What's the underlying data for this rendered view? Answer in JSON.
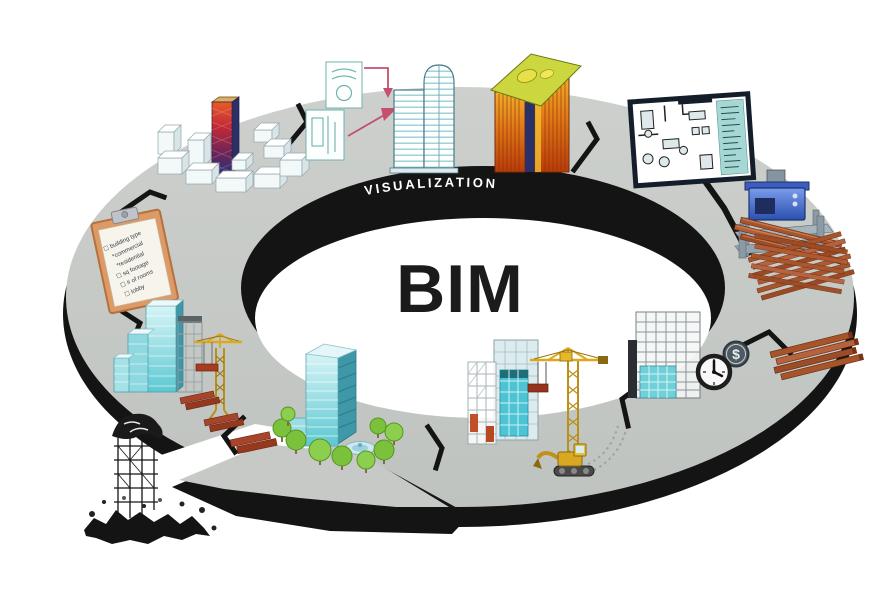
{
  "diagram": {
    "title": "BIM",
    "ring_band_label": "VISUALIZATION"
  },
  "clipboard": {
    "items": [
      "☐ building type",
      "*commercial",
      "*residential",
      "☐ sq footage",
      "☐ # of rooms",
      "☐ lobby"
    ]
  },
  "cost_station": {
    "currency_symbol": "$"
  },
  "palette": {
    "ring_surface": "#c8cbc7",
    "ring_edge": "#141414",
    "glass_teal": "#5cc8d2",
    "crane_yellow": "#dca91e",
    "beam_brown": "#a8542a",
    "tree_green": "#7cc13c",
    "machine_blue": "#3c5cc0",
    "clipboard_orange": "#dd9a66",
    "energy_orange": "#e07818",
    "concept_tower_red": "#c02838"
  },
  "stations": [
    {
      "icon": "clipboard-checklist-icon"
    },
    {
      "icon": "massing-blocks-icon"
    },
    {
      "icon": "sketch-to-model-icon"
    },
    {
      "icon": "energy-model-building-icon"
    },
    {
      "icon": "floor-plan-icon"
    },
    {
      "icon": "fabrication-machine-icon"
    },
    {
      "icon": "steel-lattice-pile-icon"
    },
    {
      "icon": "schedule-cost-building-icon"
    },
    {
      "icon": "beam-stack-icon"
    },
    {
      "icon": "crane-excavator-construction-icon"
    },
    {
      "icon": "completed-tower-trees-icon"
    },
    {
      "icon": "crane-building-construction-icon"
    },
    {
      "icon": "demolished-building-icon"
    }
  ]
}
